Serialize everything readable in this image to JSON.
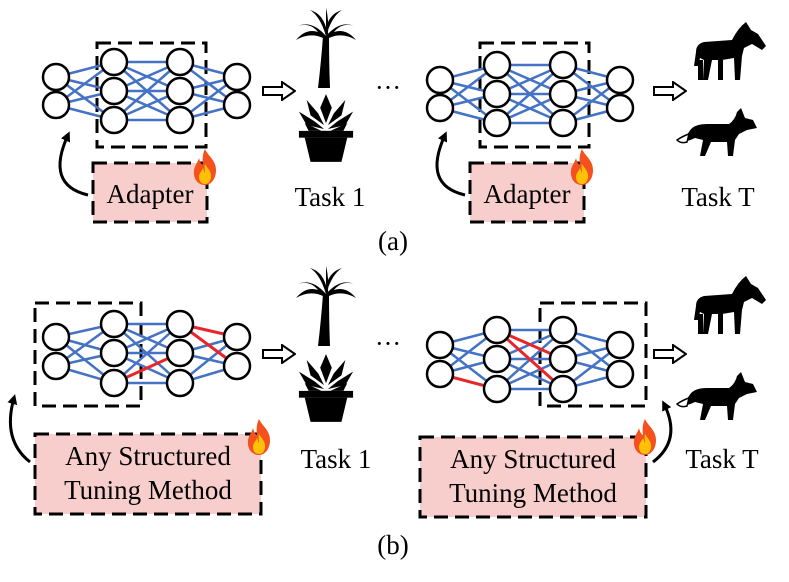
{
  "panel_a": {
    "label": "(a)",
    "left_module": "Adapter",
    "right_module": "Adapter",
    "task_first": "Task 1",
    "task_last": "Task T",
    "ellipsis": "···"
  },
  "panel_b": {
    "label": "(b)",
    "left_module_line1": "Any Structured",
    "left_module_line2": "Tuning Method",
    "right_module_line1": "Any Structured",
    "right_module_line2": "Tuning Method",
    "task_first": "Task 1",
    "task_last": "Task T",
    "ellipsis": "···"
  },
  "colors": {
    "edge": "#4472c4",
    "edge_tuned": "#e8262a",
    "module_fill": "#f8cecc",
    "node_stroke": "#000000",
    "fire_outer": "#f4511e",
    "fire_inner": "#ffc107"
  },
  "icons": [
    "network-icon",
    "fire-icon",
    "palm-tree-icon",
    "potted-plant-icon",
    "horse-icon",
    "fox-icon",
    "curved-arrow-icon",
    "right-arrow-icon"
  ]
}
